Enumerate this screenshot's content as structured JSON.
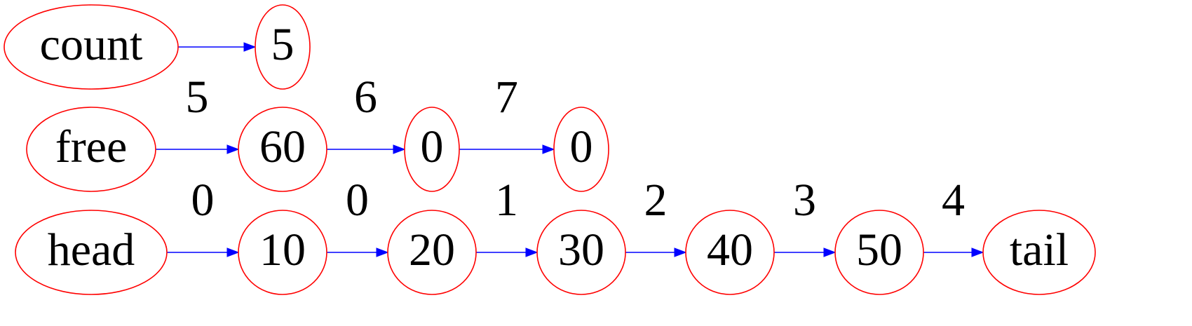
{
  "colors": {
    "node_stroke": "#ff0000",
    "edge": "#0000ff",
    "text": "#000000"
  },
  "rows": {
    "count": {
      "nodes": [
        "count",
        "5"
      ],
      "edge_labels": []
    },
    "free": {
      "nodes": [
        "free",
        "60",
        "0",
        "0"
      ],
      "edge_labels": [
        "5",
        "6",
        "7"
      ]
    },
    "head": {
      "nodes": [
        "head",
        "10",
        "20",
        "30",
        "40",
        "50",
        "tail"
      ],
      "edge_labels": [
        "0",
        "0",
        "1",
        "2",
        "3",
        "4"
      ]
    }
  }
}
